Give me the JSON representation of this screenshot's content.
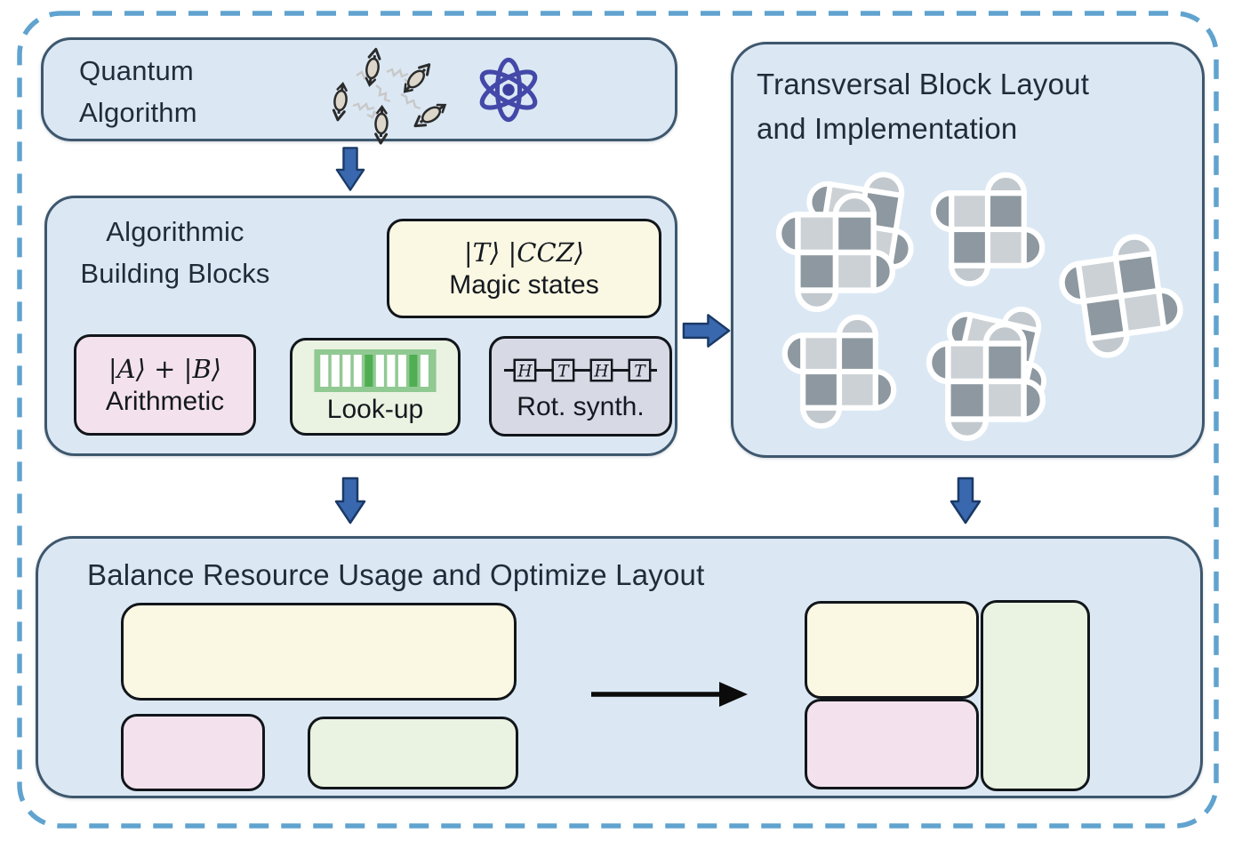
{
  "colors": {
    "frame_dash_blue": "#60a3cf",
    "panel_fill": "#dbe8f4",
    "panel_border": "#3e576d",
    "cream_fill": "#faf8e3",
    "pink_fill": "#f3e2ee",
    "green_fill": "#eaf2e1",
    "lavender_fill": "#d7d9e5",
    "flow_arrow_blue": "#3a68af",
    "flow_arrow_blue_border": "#1a3a66",
    "patch_dark_gray": "#8d98a0",
    "patch_light_gray": "#ccd1d5",
    "atom_indigo": "#4448a8",
    "barcode_green": "#90c992",
    "barcode_dark_stripe": "#4fae52",
    "text_dark": "#1f2c39"
  },
  "quantum_algorithm": {
    "line1": "Quantum",
    "line2": "Algorithm"
  },
  "building_blocks": {
    "line1": "Algorithmic",
    "line2": "Building Blocks",
    "magic_states": {
      "math": "|T⟩ |CCZ⟩",
      "label": "Magic states"
    },
    "arithmetic": {
      "math": "|A⟩ + |B⟩",
      "label": "Arithmetic"
    },
    "lookup": {
      "label": "Look-up"
    },
    "rot_synth": {
      "label": "Rot. synth.",
      "gates": [
        "H",
        "T",
        "H",
        "T"
      ]
    }
  },
  "transversal": {
    "line1": "Transversal Block Layout",
    "line2": "and Implementation"
  },
  "balance": {
    "title": "Balance Resource Usage and Optimize Layout"
  },
  "icons": {
    "spins": "interacting-spins-icon",
    "atom": "atom-icon",
    "barcode": "lookup-table-icon",
    "circuit": "gate-sequence-icon",
    "patch": "surface-code-patch-icon",
    "flow_arrows": [
      "arrow-down-icon",
      "arrow-right-icon",
      "arrow-down-icon",
      "arrow-down-icon"
    ],
    "transform_arrow": "black-right-arrow-icon"
  }
}
